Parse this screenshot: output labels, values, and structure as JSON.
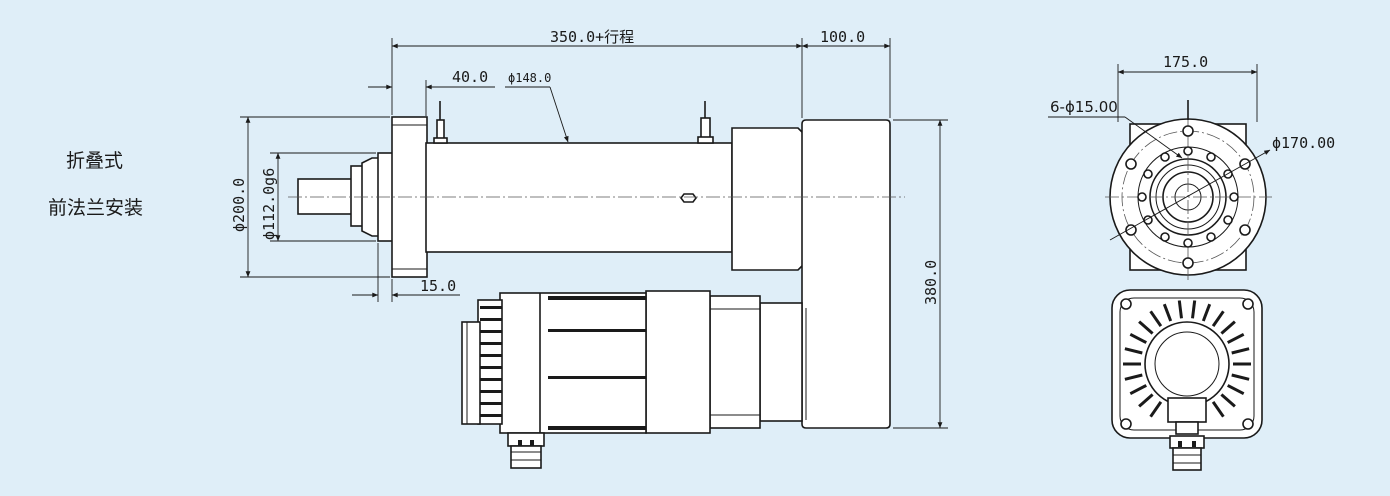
{
  "title": {
    "line1": "折叠式",
    "line2": "前法兰安装"
  },
  "dimensions": {
    "overall_length": "350.0+行程",
    "gearbox_width": "100.0",
    "flange_offset": "40.0",
    "tube_diameter": "ϕ148.0",
    "flange_diameter": "ϕ200.0",
    "spigot_diameter": "ϕ112.0g6",
    "flange_thickness": "15.0",
    "overall_height": "380.0",
    "end_width": "175.0",
    "hole_pattern": "6-ϕ15.00",
    "pcd": "ϕ170.00"
  }
}
